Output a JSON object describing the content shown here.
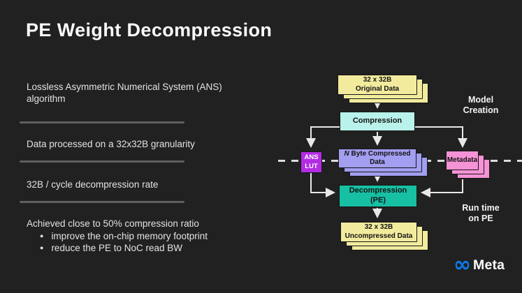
{
  "title": "PE Weight Decompression",
  "left_panel": {
    "item1": "Lossless Asymmetric Numerical System (ANS) algorithm",
    "item2": "Data processed on a 32x32B granularity",
    "item3": "32B / cycle decompression rate",
    "item4": "Achieved close to 50% compression ratio",
    "item4_bullets": [
      "improve the on-chip memory footprint",
      "reduce the PE to NoC read BW"
    ],
    "bullet_glyph": "●"
  },
  "diagram": {
    "original_data": "32 x 32B\nOriginal Data",
    "compression": "Compression",
    "ans_lut": "ANS\nLUT",
    "n_byte_prefix": "N",
    "n_byte_rest": " Byte Compressed\nData",
    "metadata": "Metadata",
    "decompression": "Decompression\n(PE)",
    "uncompressed_data": "32 x 32B\nUncompressed Data",
    "model_creation": "Model\nCreation",
    "run_time": "Run time\non PE"
  },
  "footer": {
    "logo_icon": "meta-infinity-icon",
    "logo_glyph": "∞",
    "brand": "Meta"
  },
  "colors": {
    "background": "#212122",
    "text": "#e3e3e3",
    "yellow_node": "#f2eb9d",
    "cyan_node": "#b9f2ea",
    "lavender_node": "#a29ef0",
    "purple_node": "#b32ce4",
    "pink_node": "#f692d6",
    "teal_node": "#17bfa3",
    "arrow": "#e8e8e8",
    "meta_blue": "#0b7cf0"
  }
}
